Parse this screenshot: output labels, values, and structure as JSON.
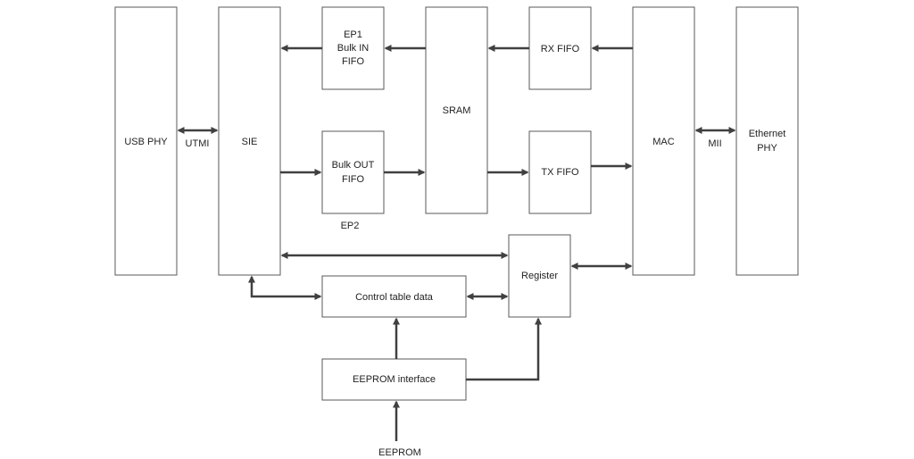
{
  "blocks": {
    "usb_phy": "USB PHY",
    "sie": "SIE",
    "ep1_fifo": [
      "EP1",
      "Bulk IN",
      "FIFO"
    ],
    "bulk_out_fifo": [
      "Bulk OUT",
      "FIFO"
    ],
    "sram": "SRAM",
    "rx_fifo": "RX FIFO",
    "tx_fifo": "TX FIFO",
    "mac": "MAC",
    "ethernet_phy": [
      "Ethernet",
      "PHY"
    ],
    "register": "Register",
    "control_table": "Control table data",
    "eeprom_interface": "EEPROM interface"
  },
  "labels": {
    "utmi": "UTMI",
    "mii": "MII",
    "ep2": "EP2",
    "eeprom": "EEPROM"
  }
}
